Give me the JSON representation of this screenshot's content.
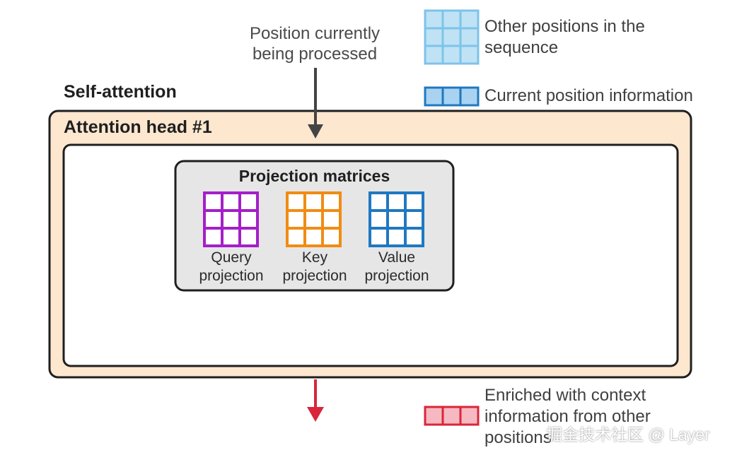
{
  "top_label": {
    "line1": "Position currently",
    "line2": "being processed"
  },
  "legend": {
    "other_positions_line1": "Other positions in the",
    "other_positions_line2": "sequence",
    "current_position": "Current position information",
    "enriched_line1": "Enriched with context",
    "enriched_line2": "information from other",
    "enriched_line3": "positions"
  },
  "self_attention": {
    "title": "Self-attention"
  },
  "attention_head": {
    "title": "Attention head #1"
  },
  "projection": {
    "title": "Projection matrices",
    "items": [
      {
        "line1": "Query",
        "line2": "projection",
        "color": "#a41fc8"
      },
      {
        "line1": "Key",
        "line2": "projection",
        "color": "#f08c13"
      },
      {
        "line1": "Value",
        "line2": "projection",
        "color": "#1f78c1"
      }
    ]
  },
  "colors": {
    "self_attention_fill": "#fde7cf",
    "projection_fill": "#e6e6e6",
    "other_positions": "#7ec3ea",
    "current_position": "#1f78c1",
    "enriched": "#d9263a",
    "arrow_gray": "#444444"
  },
  "watermark": "掘金技术社区 @ Layer"
}
